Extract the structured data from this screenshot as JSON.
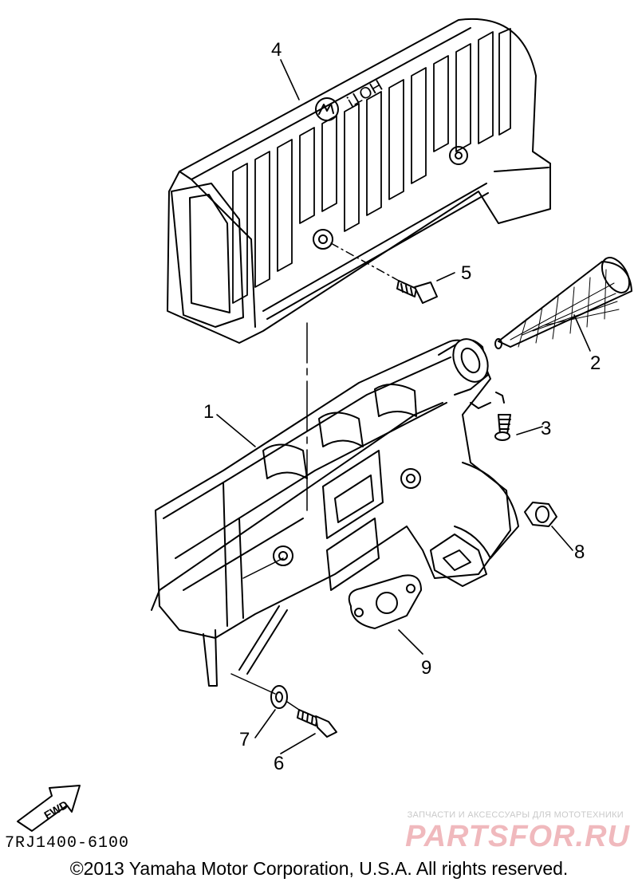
{
  "diagram": {
    "callouts": {
      "p1": "1",
      "p2": "2",
      "p3": "3",
      "p4": "4",
      "p5": "5",
      "p6": "6",
      "p7": "7",
      "p8": "8",
      "p9": "9"
    },
    "cover_marking": "HOT!",
    "fwd_label": "FWD"
  },
  "footer": {
    "part_code": "7RJ1400-6100",
    "copyright": "©2013 Yamaha Motor Corporation, U.S.A. All rights reserved."
  },
  "watermark": {
    "tagline": "ЗАПЧАСТИ И АКСЕССУАРЫ ДЛЯ МОТОТЕХНИКИ",
    "logo": "PARTSFOR.RU"
  }
}
